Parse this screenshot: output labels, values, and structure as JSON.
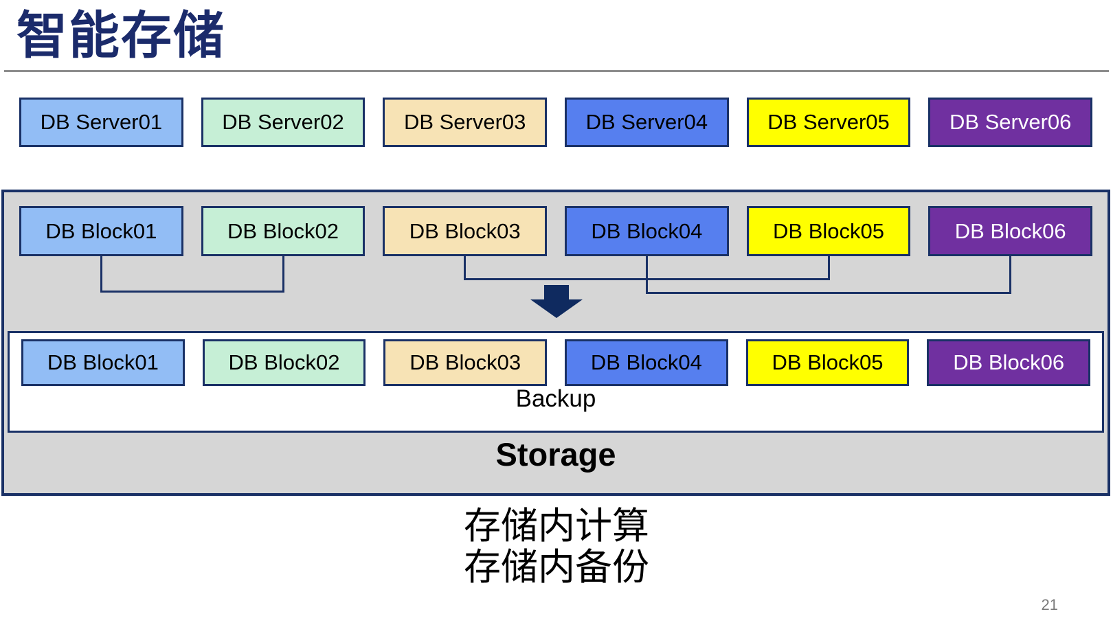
{
  "title": "智能存储",
  "page_number": "21",
  "palette": {
    "title_navy": "#1B2B6B",
    "box_border_navy": "#1A3166",
    "arrow_navy": "#0F2A5F",
    "container_gray": "#D6D6D6",
    "divider_gray": "#8C8C8C",
    "light_blue": "#92BDF5",
    "mint_green": "#C6EFD6",
    "tan": "#F7E3B5",
    "royal_blue": "#567FEF",
    "yellow": "#FFFF00",
    "purple": "#7030A0"
  },
  "servers": [
    {
      "label": "DB Server01",
      "bg": "#92BDF5",
      "fg": "#000000"
    },
    {
      "label": "DB Server02",
      "bg": "#C6EFD6",
      "fg": "#000000"
    },
    {
      "label": "DB Server03",
      "bg": "#F7E3B5",
      "fg": "#000000"
    },
    {
      "label": "DB Server04",
      "bg": "#567FEF",
      "fg": "#000000"
    },
    {
      "label": "DB Server05",
      "bg": "#FFFF00",
      "fg": "#000000"
    },
    {
      "label": "DB Server06",
      "bg": "#7030A0",
      "fg": "#FFFFFF"
    }
  ],
  "storage_container": {
    "blocks_top": [
      {
        "label": "DB Block01",
        "bg": "#92BDF5",
        "fg": "#000000"
      },
      {
        "label": "DB Block02",
        "bg": "#C6EFD6",
        "fg": "#000000"
      },
      {
        "label": "DB Block03",
        "bg": "#F7E3B5",
        "fg": "#000000"
      },
      {
        "label": "DB Block04",
        "bg": "#567FEF",
        "fg": "#000000"
      },
      {
        "label": "DB Block05",
        "bg": "#FFFF00",
        "fg": "#000000"
      },
      {
        "label": "DB Block06",
        "bg": "#7030A0",
        "fg": "#FFFFFF"
      }
    ],
    "connectors": [
      {
        "from": 0,
        "to": 1
      },
      {
        "from": 2,
        "to": 4
      },
      {
        "from": 3,
        "to": 5
      }
    ],
    "backup_box": {
      "blocks": [
        {
          "label": "DB Block01",
          "bg": "#92BDF5",
          "fg": "#000000"
        },
        {
          "label": "DB Block02",
          "bg": "#C6EFD6",
          "fg": "#000000"
        },
        {
          "label": "DB Block03",
          "bg": "#F7E3B5",
          "fg": "#000000"
        },
        {
          "label": "DB Block04",
          "bg": "#567FEF",
          "fg": "#000000"
        },
        {
          "label": "DB Block05",
          "bg": "#FFFF00",
          "fg": "#000000"
        },
        {
          "label": "DB Block06",
          "bg": "#7030A0",
          "fg": "#FFFFFF"
        }
      ],
      "backup_label": "Backup"
    },
    "storage_label": "Storage"
  },
  "captions": {
    "line1": "存储内计算",
    "line2": "存储内备份"
  }
}
